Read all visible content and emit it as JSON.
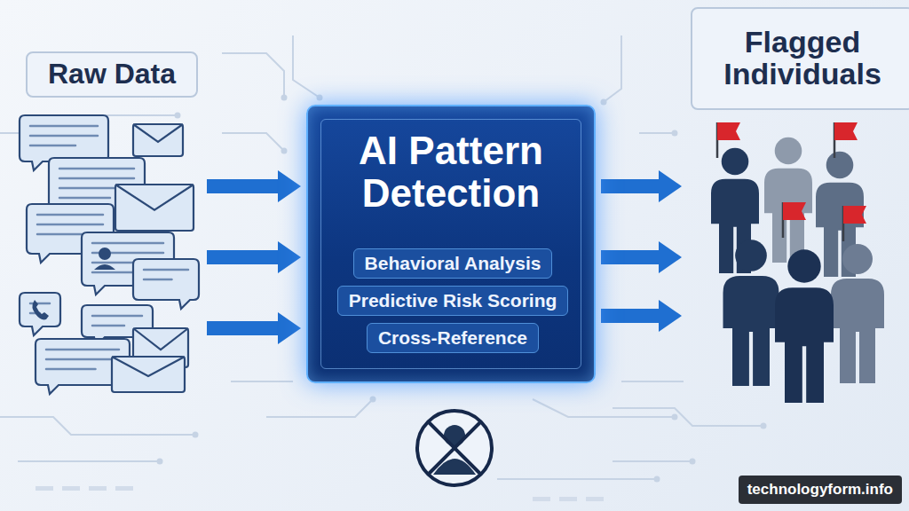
{
  "diagram": {
    "nodes": [
      {
        "text": [
          "Raw Data"
        ]
      },
      {
        "text": [
          "AI Pattern Detection"
        ]
      },
      {
        "text": [
          "Behavioral Analysis"
        ],
        "in": 1
      },
      {
        "text": [
          "Predictive Risk Scoring"
        ],
        "in": 1
      },
      {
        "text": [
          "Cross-Reference"
        ],
        "in": 1
      },
      {
        "text": [
          "Flagged Individuals"
        ]
      },
      {
        "text": [
          "technologyform.info"
        ]
      }
    ],
    "edges": [
      {
        "from": 0,
        "to": 1,
        "arrow": "to"
      },
      {
        "from": 0,
        "to": 1,
        "arrow": "to"
      },
      {
        "from": 0,
        "to": 1,
        "arrow": "to"
      },
      {
        "from": 1,
        "to": 5,
        "arrow": "to"
      },
      {
        "from": 1,
        "to": 5,
        "arrow": "to"
      },
      {
        "from": 1,
        "to": 5,
        "arrow": "to"
      }
    ]
  }
}
